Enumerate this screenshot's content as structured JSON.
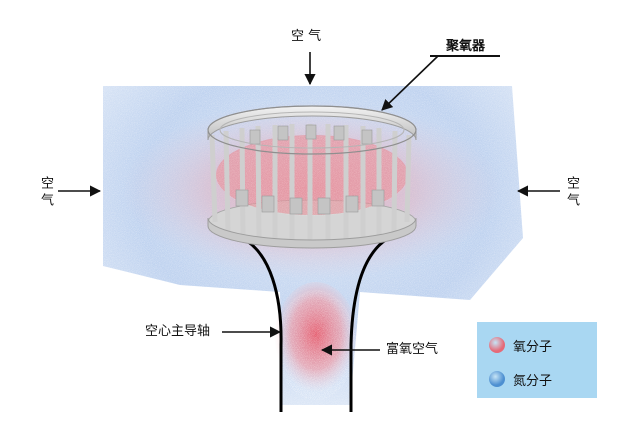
{
  "labels": {
    "air_top": "空 气",
    "air_left": "空气",
    "air_right": "空气",
    "collector": "聚氧器",
    "hollow_shaft": "空心主导轴",
    "oxygen_rich_air": "富氧空气"
  },
  "legend": [
    {
      "label": "氧分子",
      "color": "#e56a78"
    },
    {
      "label": "氮分子",
      "color": "#4d8fd1"
    }
  ],
  "colors": {
    "oxygen": "#e56a78",
    "nitrogen": "#4d8fd1",
    "legend_bg": "#a9d7f2",
    "device": "#e4e4e4"
  }
}
